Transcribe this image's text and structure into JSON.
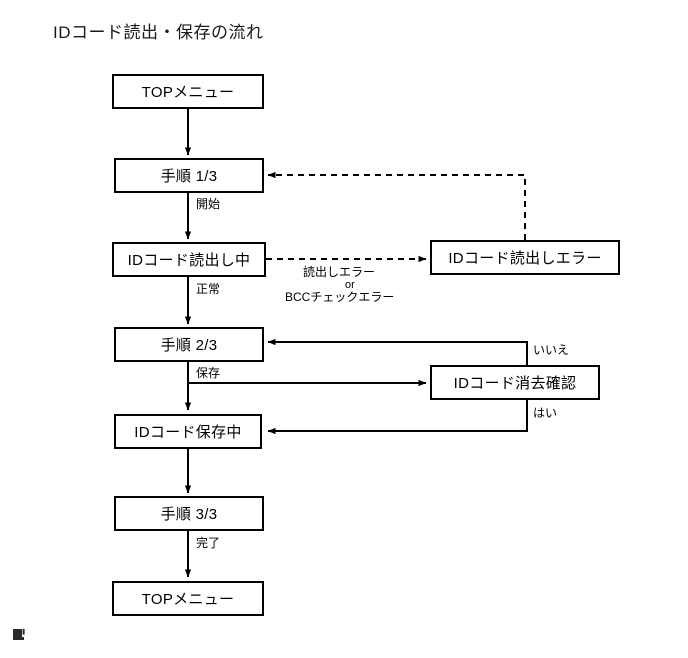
{
  "title": "IDコード読出・保存の流れ",
  "diagram": {
    "type": "flowchart",
    "nodes": [
      {
        "id": "top-menu-start",
        "label": "TOPメニュー"
      },
      {
        "id": "step-1-3",
        "label": "手順 1/3"
      },
      {
        "id": "id-code-reading",
        "label": "IDコード読出し中"
      },
      {
        "id": "id-code-read-error",
        "label": "IDコード読出しエラー"
      },
      {
        "id": "step-2-3",
        "label": "手順 2/3"
      },
      {
        "id": "id-code-erase-confirm",
        "label": "IDコード消去確認"
      },
      {
        "id": "id-code-saving",
        "label": "IDコード保存中"
      },
      {
        "id": "step-3-3",
        "label": "手順 3/3"
      },
      {
        "id": "top-menu-end",
        "label": "TOPメニュー"
      }
    ],
    "edge_labels": {
      "start": "開始",
      "normal": "正常",
      "read_error": "読出しエラー",
      "read_error_or": "or",
      "read_error_bcc": "BCCチェックエラー",
      "save": "保存",
      "no": "いいえ",
      "yes": "はい",
      "complete": "完了"
    },
    "colors": {
      "line": "#000000",
      "box_border": "#000000",
      "box_fill": "#ffffff",
      "text": "#000000",
      "title_text": "#1a1a1a"
    }
  },
  "footer": {
    "glyph": "bookmark-glyph"
  }
}
